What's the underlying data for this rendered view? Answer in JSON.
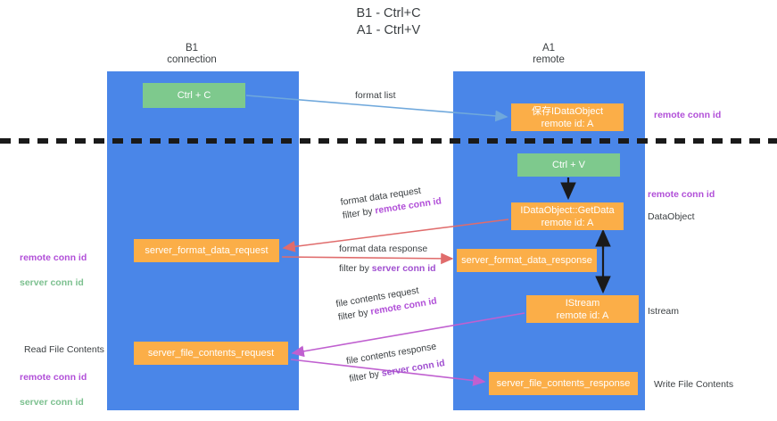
{
  "title": "B1 - Ctrl+C\nA1 - Ctrl+V",
  "columns": {
    "left": "B1\nconnection",
    "right": "A1\nremote"
  },
  "nodes": {
    "ctrl_c": "Ctrl + C",
    "ctrl_v": "Ctrl + V",
    "idataobject": "保存IDataObject\nremote id: A",
    "getdata": "IDataObject::GetData\nremote id: A",
    "istream": "IStream\nremote id: A",
    "format_data_request": "server_format_data_request",
    "format_data_response": "server_format_data_response",
    "file_contents_request": "server_file_contents_request",
    "file_contents_response": "server_file_contents_response"
  },
  "edges": {
    "format_list": "format list",
    "format_data_request": {
      "line1": "format data request",
      "line2_prefix": "filter by ",
      "line2_key": "remote conn id"
    },
    "format_data_response": {
      "line1": "format data response",
      "line2_prefix": "filter by ",
      "line2_key": "server conn id"
    },
    "file_contents_request": {
      "line1": "file contents request",
      "line2_prefix": "filter by ",
      "line2_key": "remote conn id"
    },
    "file_contents_response": {
      "line1": "file contents response",
      "line2_prefix": "filter by ",
      "line2_key": "server conn id"
    }
  },
  "annotations": {
    "right_remote_top": "remote conn id",
    "right_remote_mid": "remote conn id",
    "right_dataobject": "DataObject",
    "right_istream": "Istream",
    "right_write": "Write File Contents",
    "left_remote": "remote conn id",
    "left_server": "server conn id",
    "left_read": "Read File Contents",
    "left_remote_2": "remote conn id",
    "left_server_2": "server conn id"
  },
  "colors": {
    "lane": "#4a86e8",
    "node_green": "#7ec98d",
    "node_orange": "#fbae48",
    "key_remote": "#b14fd8",
    "key_server": "#7cc08f",
    "arrow_blue": "#6fa8dc",
    "arrow_red": "#e06c6c",
    "arrow_magenta": "#c060d0",
    "arrow_dark": "#1a1a1a"
  }
}
